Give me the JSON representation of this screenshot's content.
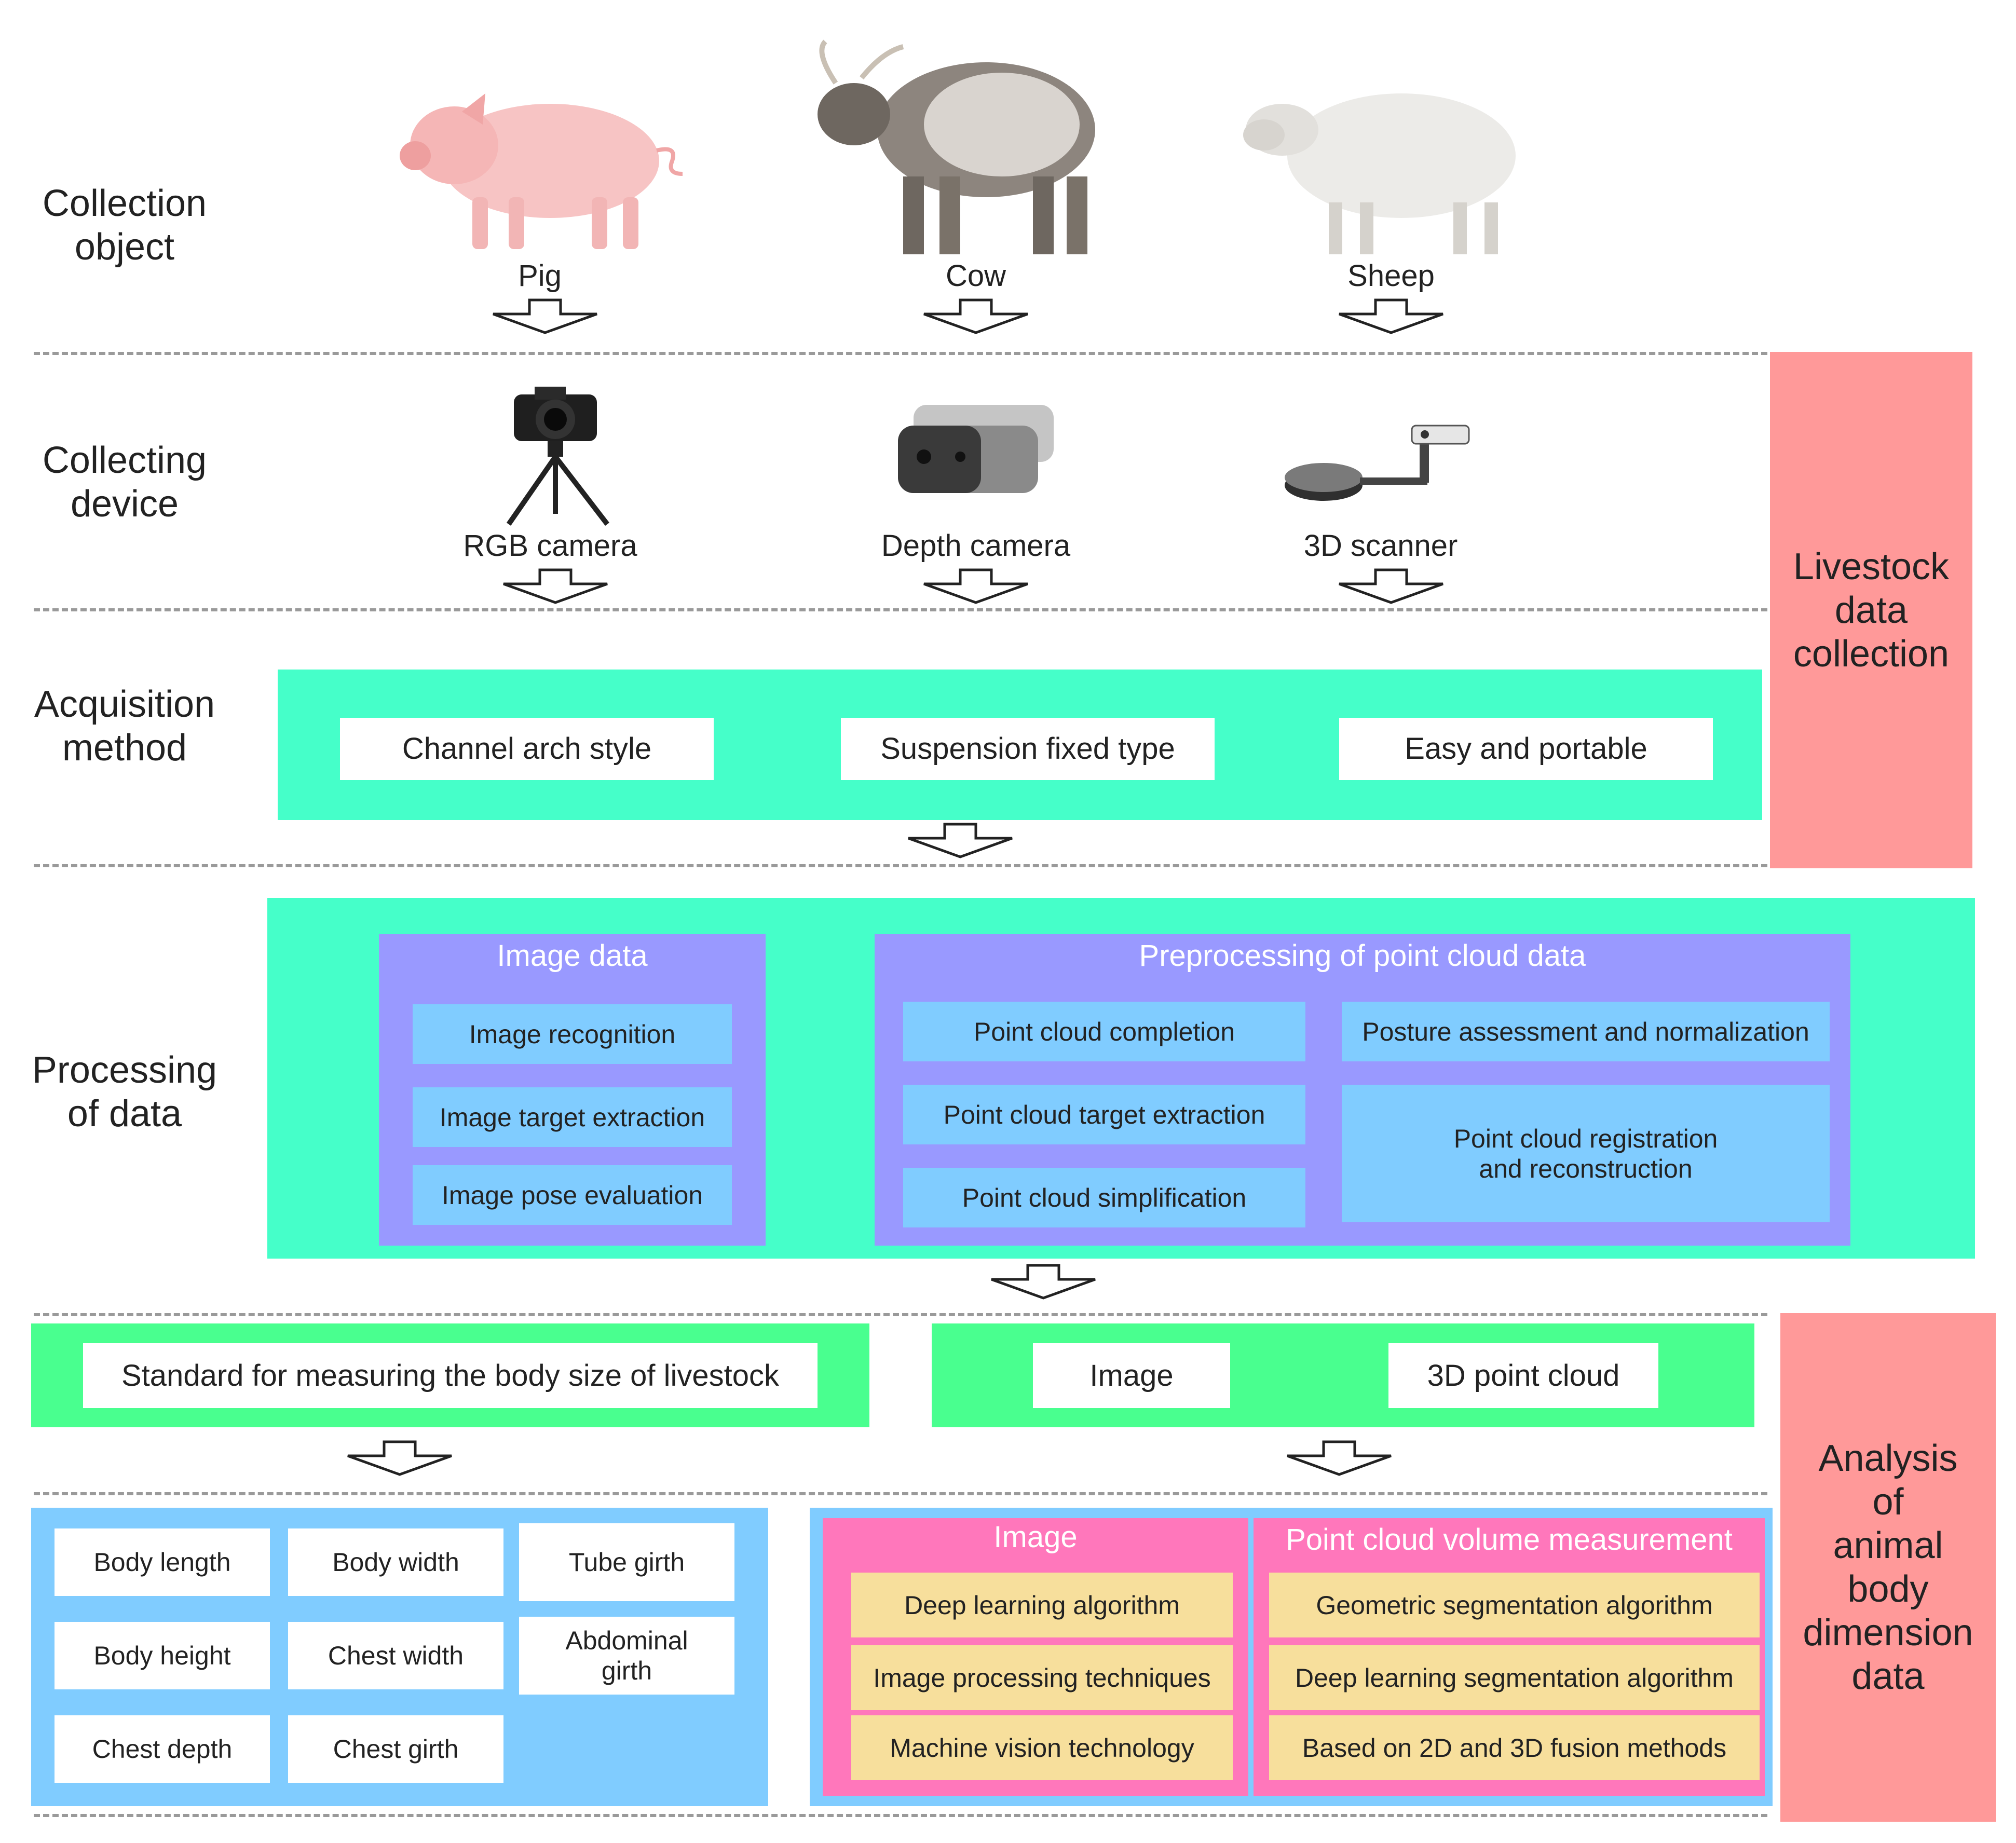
{
  "rows": {
    "collection_object": "Collection\nobject",
    "collecting_device": "Collecting\ndevice",
    "acquisition_method": "Acquisition\nmethod",
    "processing_of_data": "Processing\nof data"
  },
  "animals": [
    {
      "icon": "pig-image",
      "label": "Pig"
    },
    {
      "icon": "cow-image",
      "label": "Cow"
    },
    {
      "icon": "sheep-image",
      "label": "Sheep"
    }
  ],
  "devices": [
    {
      "icon": "rgb-camera-image",
      "label": "RGB camera"
    },
    {
      "icon": "depth-camera-image",
      "label": "Depth camera"
    },
    {
      "icon": "3d-scanner-image",
      "label": "3D scanner"
    }
  ],
  "acquisition_methods": [
    "Channel arch style",
    "Suspension fixed type",
    "Easy and portable"
  ],
  "processing": {
    "image_data": {
      "title": "Image data",
      "items": [
        "Image recognition",
        "Image target extraction",
        "Image pose evaluation"
      ]
    },
    "point_cloud": {
      "title": "Preprocessing of point cloud data",
      "left_items": [
        "Point cloud completion",
        "Point cloud target extraction",
        "Point cloud simplification"
      ],
      "right_items": [
        "Posture assessment and normalization",
        "Point cloud registration\nand reconstruction"
      ]
    }
  },
  "standard": {
    "label": "Standard for measuring the body size of livestock",
    "types": [
      "Image",
      "3D point cloud"
    ]
  },
  "measurements": [
    "Body length",
    "Body width",
    "Tube girth",
    "Body height",
    "Chest width",
    "Abdominal\ngirth",
    "Chest depth",
    "Chest girth"
  ],
  "analysis": {
    "image": {
      "title": "Image",
      "items": [
        "Deep learning algorithm",
        "Image processing techniques",
        "Machine vision technology"
      ]
    },
    "point_cloud": {
      "title": "Point cloud volume measurement",
      "items": [
        "Geometric segmentation algorithm",
        "Deep learning segmentation algorithm",
        "Based on 2D and 3D fusion methods"
      ]
    }
  },
  "side_labels": {
    "collection": "Livestock\ndata\ncollection",
    "analysis": "Analysis\nof\nanimal\nbody\ndimension\ndata"
  },
  "colors": {
    "aqua_panel": "#45ffc9",
    "green_panel": "#49ff8f",
    "purple_panel": "#9999ff",
    "light_blue": "#80ccff",
    "pink_panel": "#ff77bb",
    "yellow_box": "#f7df9c",
    "side_red": "#ff9999"
  }
}
